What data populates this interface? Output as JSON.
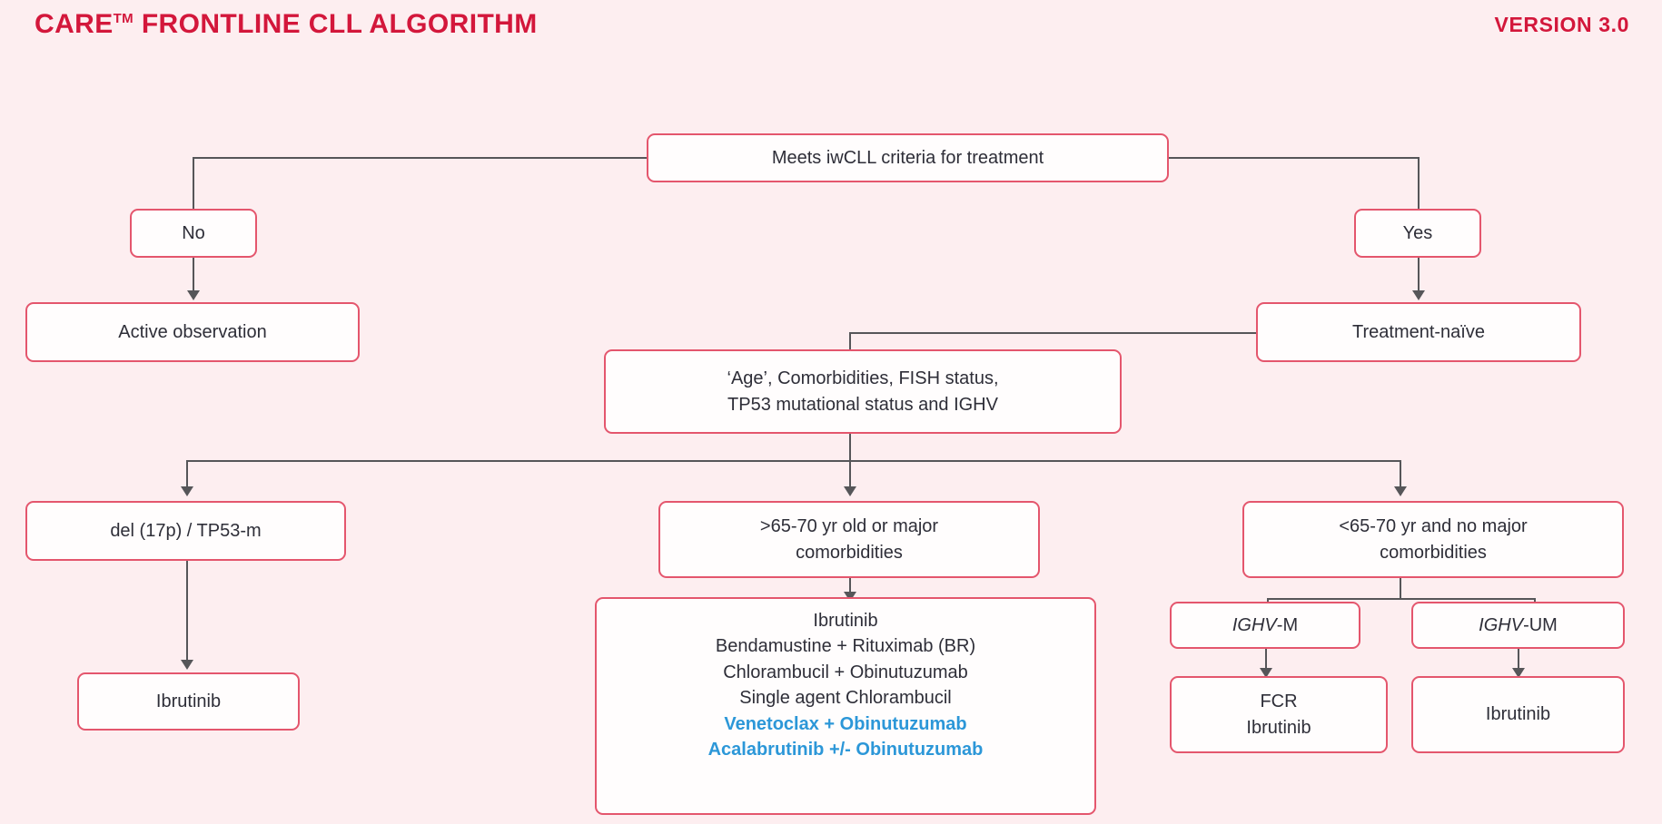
{
  "header": {
    "title_main": "CARE",
    "title_tm": "TM",
    "title_rest": " FRONTLINE CLL ALGORITHM",
    "version": "VERSION 3.0"
  },
  "colors": {
    "background": "#fdeef0",
    "title_red": "#d3173b",
    "box_border": "#e4566d",
    "box_fill": "#fffdfd",
    "text": "#2e2e38",
    "highlight_blue": "#2c97d8",
    "connector": "#565659"
  },
  "nodes": {
    "criteria": {
      "label": "Meets iwCLL criteria for treatment"
    },
    "no": {
      "label": "No"
    },
    "yes": {
      "label": "Yes"
    },
    "active_observation": {
      "label": "Active observation"
    },
    "treatment_naive": {
      "label": "Treatment-naïve"
    },
    "assessment": {
      "line1": "‘Age’, Comorbidities, FISH status,",
      "line2": "TP53 mutational status and IGHV"
    },
    "del17p": {
      "label": "del (17p) / TP53-m"
    },
    "older": {
      "line1": ">65-70 yr old or major",
      "line2": "comorbidities"
    },
    "younger": {
      "line1": "<65-70 yr and no major",
      "line2": "comorbidities"
    },
    "ibrutinib_left": {
      "label": "Ibrutinib"
    },
    "treatments": {
      "items": [
        {
          "text": "Ibrutinib",
          "highlight": false
        },
        {
          "text": "Bendamustine + Rituximab (BR)",
          "highlight": false
        },
        {
          "text": "Chlorambucil + Obinutuzumab",
          "highlight": false
        },
        {
          "text": "Single agent Chlorambucil",
          "highlight": false
        },
        {
          "text": "Venetoclax + Obinutuzumab",
          "highlight": true
        },
        {
          "text": "Acalabrutinib +/- Obinutuzumab",
          "highlight": true
        }
      ]
    },
    "ighv_m": {
      "gene": "IGHV",
      "suffix": "-M"
    },
    "ighv_um": {
      "gene": "IGHV",
      "suffix": "-UM"
    },
    "fcr": {
      "line1": "FCR",
      "line2": "Ibrutinib"
    },
    "ibrutinib_right": {
      "label": "Ibrutinib"
    }
  }
}
